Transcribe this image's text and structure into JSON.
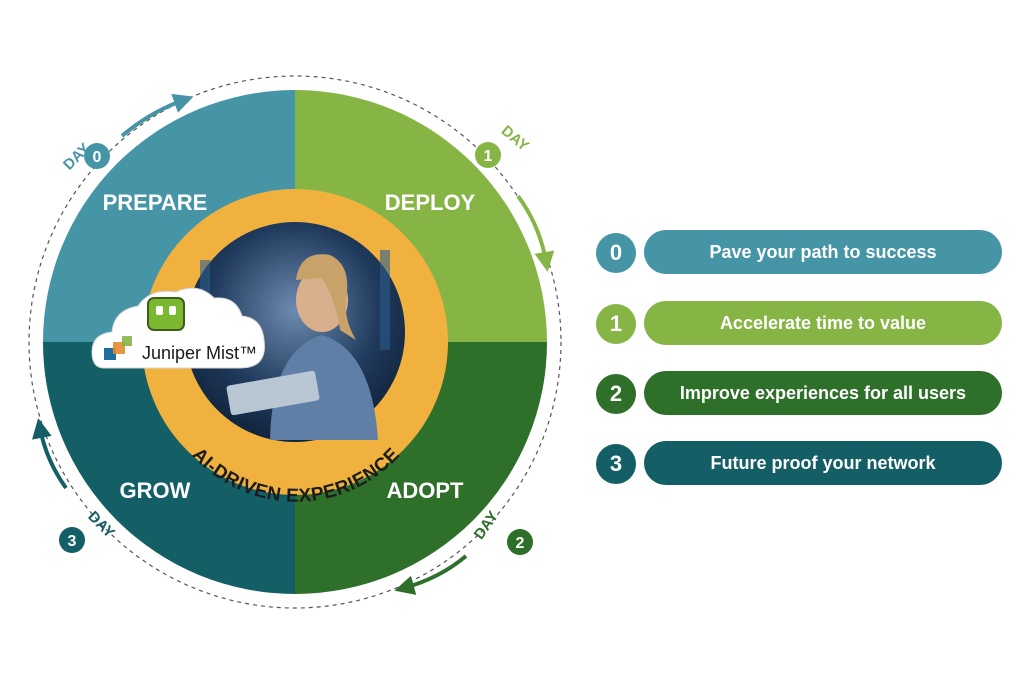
{
  "diagram": {
    "phases": [
      {
        "label": "PREPARE",
        "day_word": "DAY",
        "day_num": "0",
        "color": "#4695a7"
      },
      {
        "label": "DEPLOY",
        "day_word": "DAY",
        "day_num": "1",
        "color": "#86b546"
      },
      {
        "label": "ADOPT",
        "day_word": "DAY",
        "day_num": "2",
        "color": "#2e6f2a"
      },
      {
        "label": "GROW",
        "day_word": "DAY",
        "day_num": "3",
        "color": "#135f65"
      }
    ],
    "ring_text": "AI-DRIVEN EXPERIENCE",
    "ring_color": "#f0b13f",
    "logo_text": "Juniper Mist™"
  },
  "steps": [
    {
      "num": "0",
      "text": "Pave your path to success",
      "color": "#4695a7"
    },
    {
      "num": "1",
      "text": "Accelerate time to value",
      "color": "#86b546"
    },
    {
      "num": "2",
      "text": "Improve experiences for all users",
      "color": "#2e6f2a"
    },
    {
      "num": "3",
      "text": "Future proof your network",
      "color": "#135f65"
    }
  ]
}
